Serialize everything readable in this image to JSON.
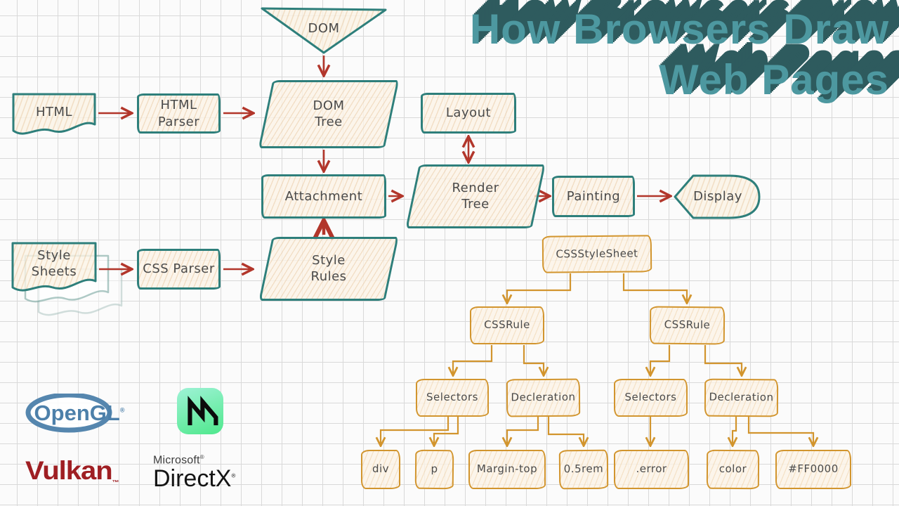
{
  "title": {
    "line1": "How Browsers Draw",
    "line2": "Web Pages"
  },
  "pipeline": {
    "dom_funnel": "DOM",
    "html_doc": "HTML",
    "html_parser": "HTML Parser",
    "dom_tree": "DOM Tree",
    "layout": "Layout",
    "attachment": "Attachment",
    "render_tree": "Render Tree",
    "painting": "Painting",
    "display": "Display",
    "style_sheets": "Style Sheets",
    "css_parser": "CSS Parser",
    "style_rules": "Style Rules"
  },
  "cssom": {
    "root": "CSSStyleSheet",
    "rule_left": "CSSRule",
    "rule_right": "CSSRule",
    "selectors_left": "Selectors",
    "declaration_left": "Decleration",
    "selectors_right": "Selectors",
    "declaration_right": "Decleration",
    "leaves": [
      "div",
      "p",
      "Margin-top",
      "0.5rem",
      ".error",
      "color",
      "#FF0000"
    ]
  },
  "edges": [
    {
      "from": "DOM",
      "to": "DOM Tree"
    },
    {
      "from": "HTML",
      "to": "HTML Parser"
    },
    {
      "from": "HTML Parser",
      "to": "DOM Tree"
    },
    {
      "from": "DOM Tree",
      "to": "Attachment"
    },
    {
      "from": "Style Sheets",
      "to": "CSS Parser"
    },
    {
      "from": "CSS Parser",
      "to": "Style Rules"
    },
    {
      "from": "Style Rules",
      "to": "Attachment"
    },
    {
      "from": "Attachment",
      "to": "Render Tree"
    },
    {
      "from": "Layout",
      "to": "Render Tree",
      "bidirectional": true
    },
    {
      "from": "Render Tree",
      "to": "Painting"
    },
    {
      "from": "Painting",
      "to": "Display"
    },
    {
      "from": "CSSStyleSheet",
      "to": "CSSRule left"
    },
    {
      "from": "CSSStyleSheet",
      "to": "CSSRule right"
    },
    {
      "from": "CSSRule left",
      "to": "Selectors left"
    },
    {
      "from": "CSSRule left",
      "to": "Decleration left"
    },
    {
      "from": "CSSRule right",
      "to": "Selectors right"
    },
    {
      "from": "CSSRule right",
      "to": "Decleration right"
    },
    {
      "from": "Selectors left",
      "to": "div"
    },
    {
      "from": "Selectors left",
      "to": "p"
    },
    {
      "from": "Decleration left",
      "to": "Margin-top"
    },
    {
      "from": "Decleration left",
      "to": "0.5rem"
    },
    {
      "from": "Selectors right",
      "to": ".error"
    },
    {
      "from": "Decleration right",
      "to": "color"
    },
    {
      "from": "Decleration right",
      "to": "#FF0000"
    }
  ],
  "logos": {
    "opengl": "OpenGL",
    "metal_icon": "metal-m-icon",
    "vulkan": "Vulkan",
    "trademark": "™",
    "registered": "®",
    "microsoft": "Microsoft",
    "directx": "DirectX"
  },
  "colors": {
    "teal_border": "#2e7f7b",
    "orange_border": "#d2952e",
    "arrow_red": "#b2362b",
    "title_fill": "#4d98a0",
    "title_shadow": "#2e5b5e",
    "node_fill": "#fbf3e6",
    "grid_line": "#d9d9d9"
  }
}
